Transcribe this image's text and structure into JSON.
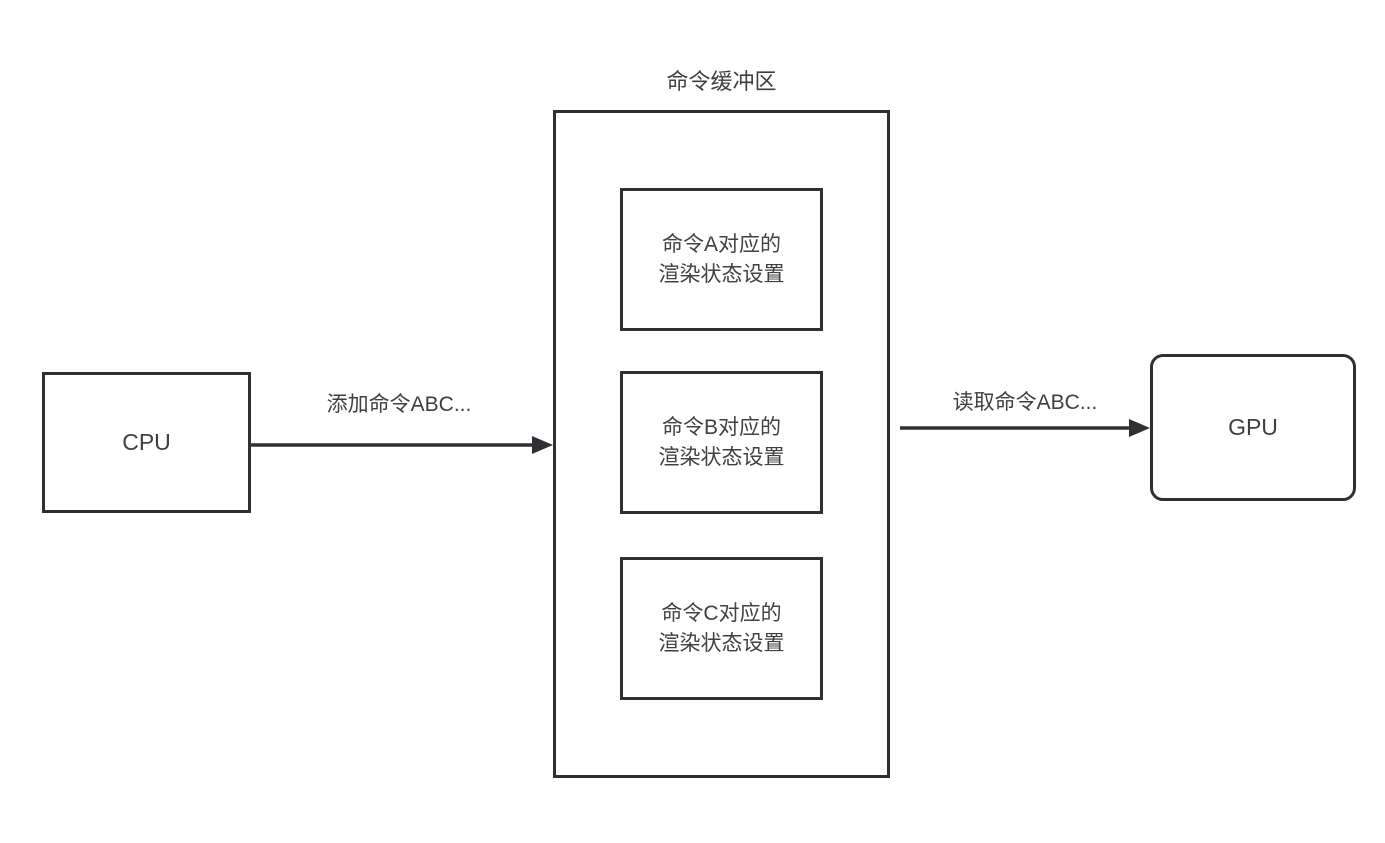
{
  "diagram": {
    "title_note": "CPU to GPU command buffer flow",
    "nodes": {
      "cpu": {
        "label": "CPU",
        "shape": "rectangle"
      },
      "gpu": {
        "label": "GPU",
        "shape": "rounded-rectangle"
      },
      "buffer": {
        "title": "命令缓冲区",
        "shape": "rectangle"
      }
    },
    "command_boxes": [
      {
        "label": "命令A对应的\n渲染状态设置",
        "line1": "命令A对应的",
        "line2": "渲染状态设置"
      },
      {
        "label": "命令B对应的\n渲染状态设置",
        "line1": "命令B对应的",
        "line2": "渲染状态设置"
      },
      {
        "label": "命令C对应的\n渲染状态设置",
        "line1": "命令C对应的",
        "line2": "渲染状态设置"
      }
    ],
    "edges": [
      {
        "from": "cpu",
        "to": "buffer",
        "label": "添加命令ABC..."
      },
      {
        "from": "buffer",
        "to": "gpu",
        "label": "读取命令ABC..."
      }
    ],
    "colors": {
      "stroke": "#2f3033",
      "text": "#3f3f41",
      "background": "#ffffff"
    }
  }
}
